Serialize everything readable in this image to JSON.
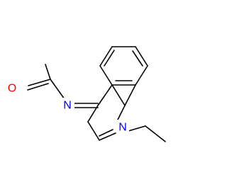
{
  "atoms": [
    {
      "id": "O",
      "symbol": "O",
      "color": "#ff0000"
    },
    {
      "id": "N_imine",
      "symbol": "N",
      "color": "#0000ff"
    },
    {
      "id": "N_ring",
      "symbol": "N",
      "color": "#0000ff"
    }
  ],
  "colors": {
    "bond": "#000000",
    "oxygen": "#ff0000",
    "nitrogen": "#0000ff",
    "background": "#ffffff"
  }
}
